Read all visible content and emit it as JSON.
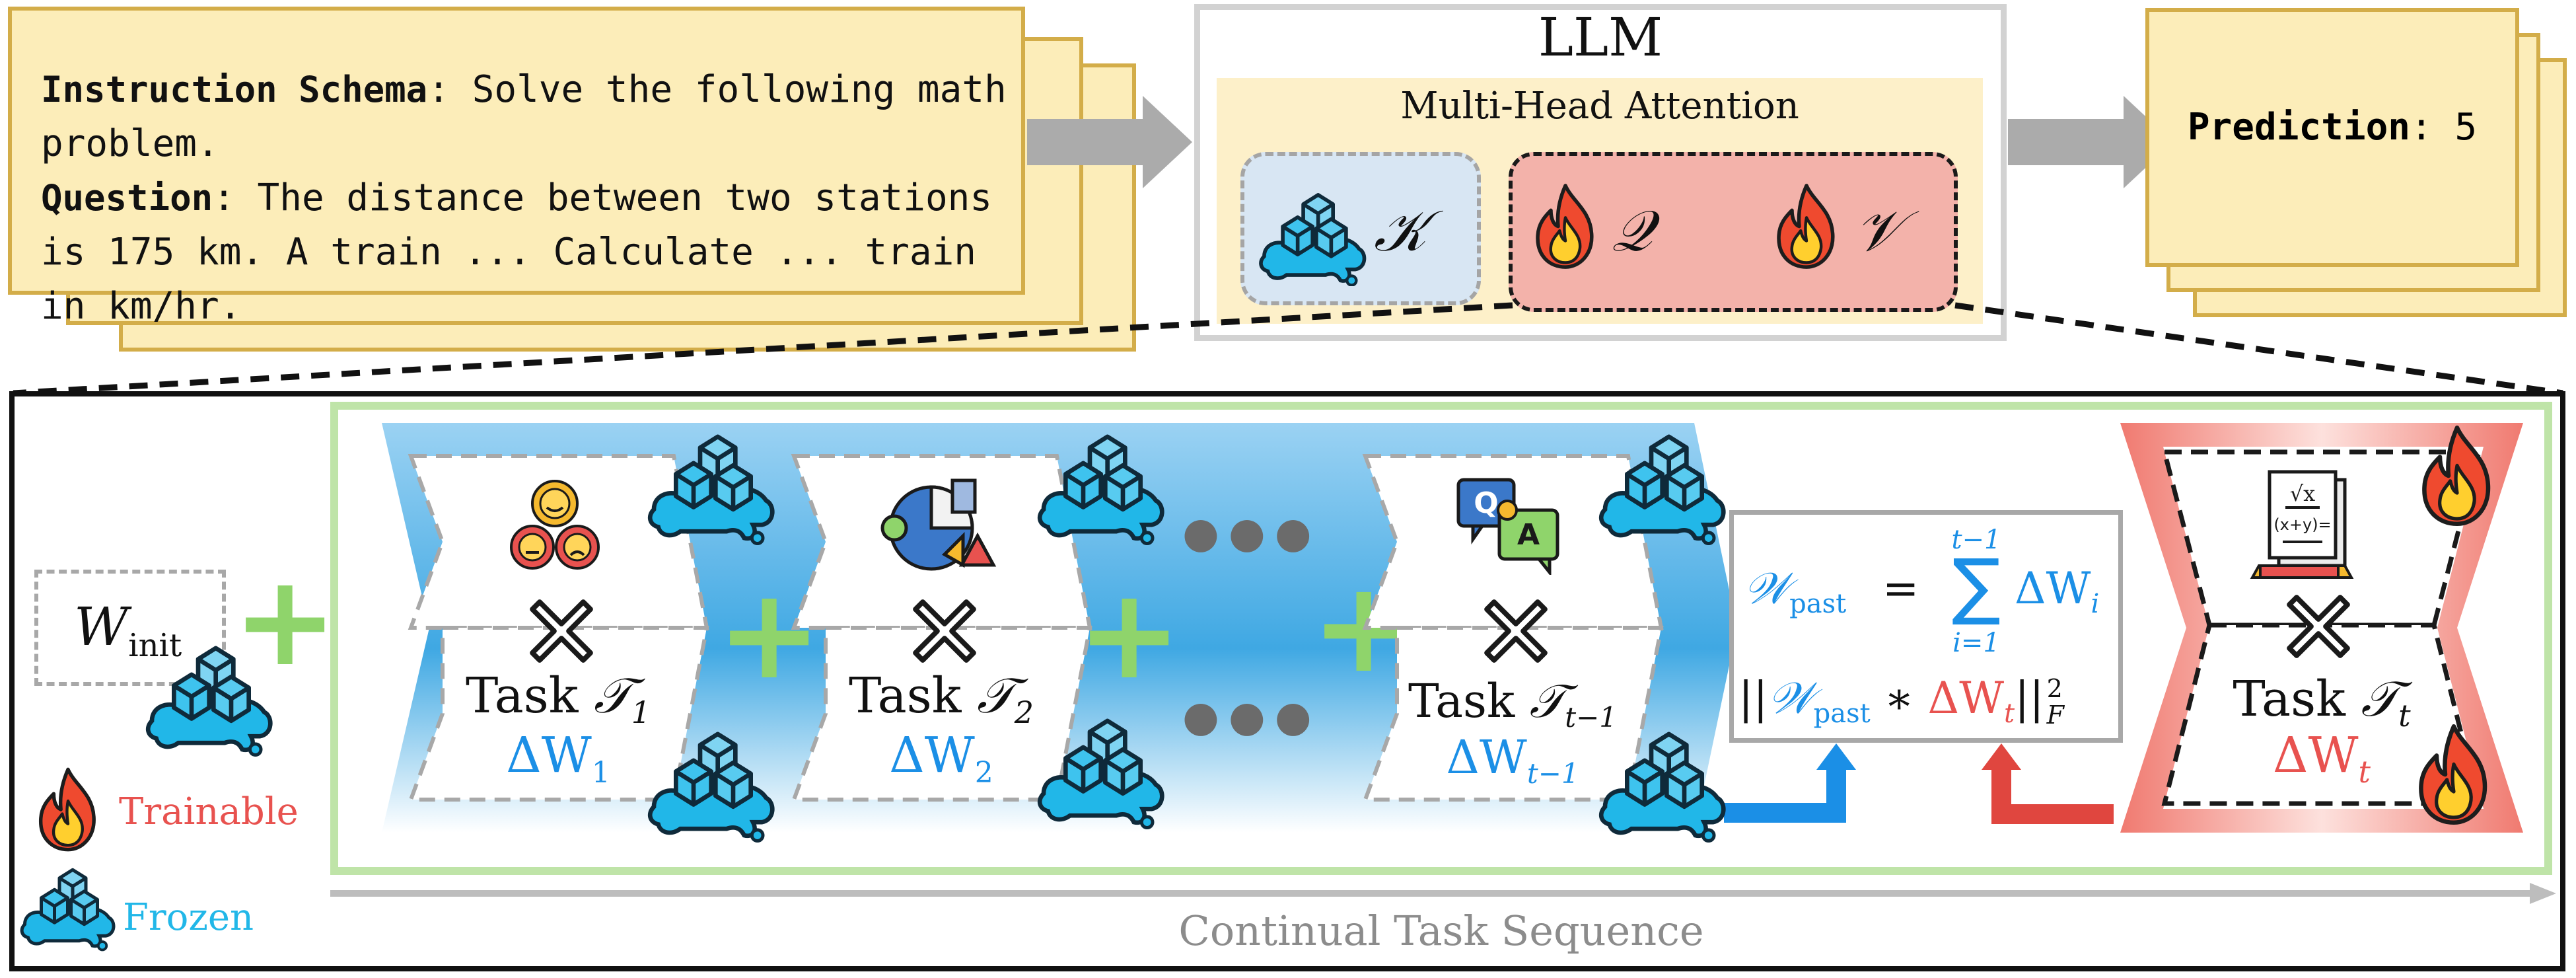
{
  "input": {
    "instruction_label": "Instruction  Schema",
    "instruction_text": ": Solve the following math problem.",
    "question_label": "Question",
    "question_text": ": The distance between two stations is 175 km. A train ... Calculate ...  train in km/hr."
  },
  "llm": {
    "title": "LLM",
    "attention_title": "Multi-Head Attention",
    "k": "𝒦",
    "q": "𝒬",
    "v": "𝒱"
  },
  "prediction": {
    "label": "Prediction",
    "value": ": 5"
  },
  "sequence": {
    "w_init": "W",
    "w_init_sub": "init",
    "plus": "+",
    "times": "×",
    "dots": "●●●",
    "tasks": [
      {
        "label": "Task ",
        "symbol": "𝒯",
        "sub": "1",
        "delta": "ΔW",
        "delta_sub": "1"
      },
      {
        "label": "Task ",
        "symbol": "𝒯",
        "sub": "2",
        "delta": "ΔW",
        "delta_sub": "2"
      },
      {
        "label": "Task ",
        "symbol": "𝒯",
        "sub": "t−1",
        "delta": "ΔW",
        "delta_sub": "t−1"
      },
      {
        "label": "Task ",
        "symbol": "𝒯",
        "sub": "t",
        "delta": "ΔW",
        "delta_sub": "t"
      }
    ],
    "axis_label": "Continual Task Sequence"
  },
  "formula": {
    "w_past": "𝒲",
    "past_sub": "past",
    "equals": " = ",
    "sigma": "∑",
    "sum_top": "t−1",
    "sum_bottom": "i=1",
    "delta_i": "ΔW",
    "i_sub": "i",
    "norm_open": "||",
    "star": " ∗ ",
    "delta_t": "ΔW",
    "t_sub": "t",
    "norm_close": "||",
    "norm_sup": "2",
    "norm_sub": "F"
  },
  "legend": {
    "trainable": "Trainable",
    "frozen": "Frozen"
  },
  "colors": {
    "accent_blue": "#1b8fe6",
    "accent_red": "#e8524f",
    "card_fill": "#fcedb9",
    "card_border": "#d3ad49",
    "green_frame": "#b9e3a2"
  },
  "icons": [
    "frozen-cubes-icon",
    "flame-icon",
    "emoji-faces-icon",
    "shapes-icon",
    "qa-chat-icon",
    "math-sheet-icon"
  ]
}
